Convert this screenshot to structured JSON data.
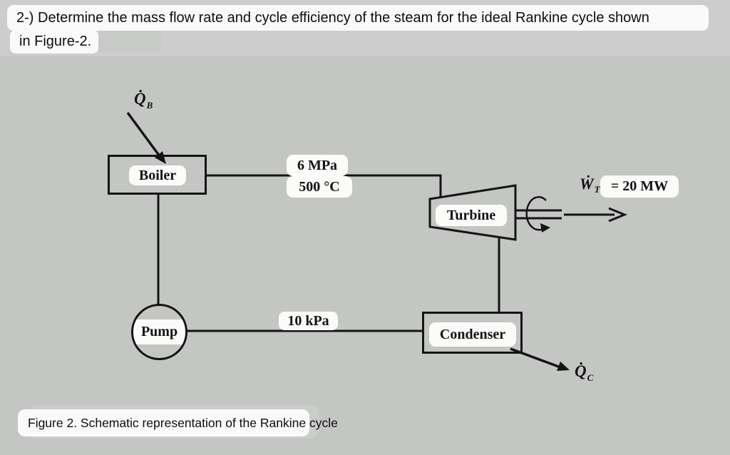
{
  "question": {
    "line1": "2-) Determine the mass flow rate and cycle efficiency of the steam for the ideal Rankine cycle shown",
    "line2": "in Figure-2."
  },
  "figure": {
    "caption": "Figure 2. Schematic representation of the Rankine cycle"
  },
  "diagram": {
    "components": {
      "boiler": "Boiler",
      "turbine": "Turbine",
      "condenser": "Condenser",
      "pump": "Pump"
    },
    "state_labels": {
      "boiler_exit_pressure": "6 MPa",
      "boiler_exit_temperature": "500 °C",
      "condenser_pressure": "10 kPa",
      "turbine_work": "= 20 MW"
    },
    "symbols": {
      "heat_in": {
        "letter": "Q̇",
        "subscript": "B"
      },
      "turbine_work": {
        "letter": "Ẇ",
        "subscript": "T"
      },
      "heat_out": {
        "letter": "Q̇",
        "subscript": "C"
      }
    },
    "colors": {
      "background": "#c4c6c4",
      "header_band": "#cccdcc",
      "highlight_chip": "#fbfbfa",
      "line": "#141414"
    }
  }
}
